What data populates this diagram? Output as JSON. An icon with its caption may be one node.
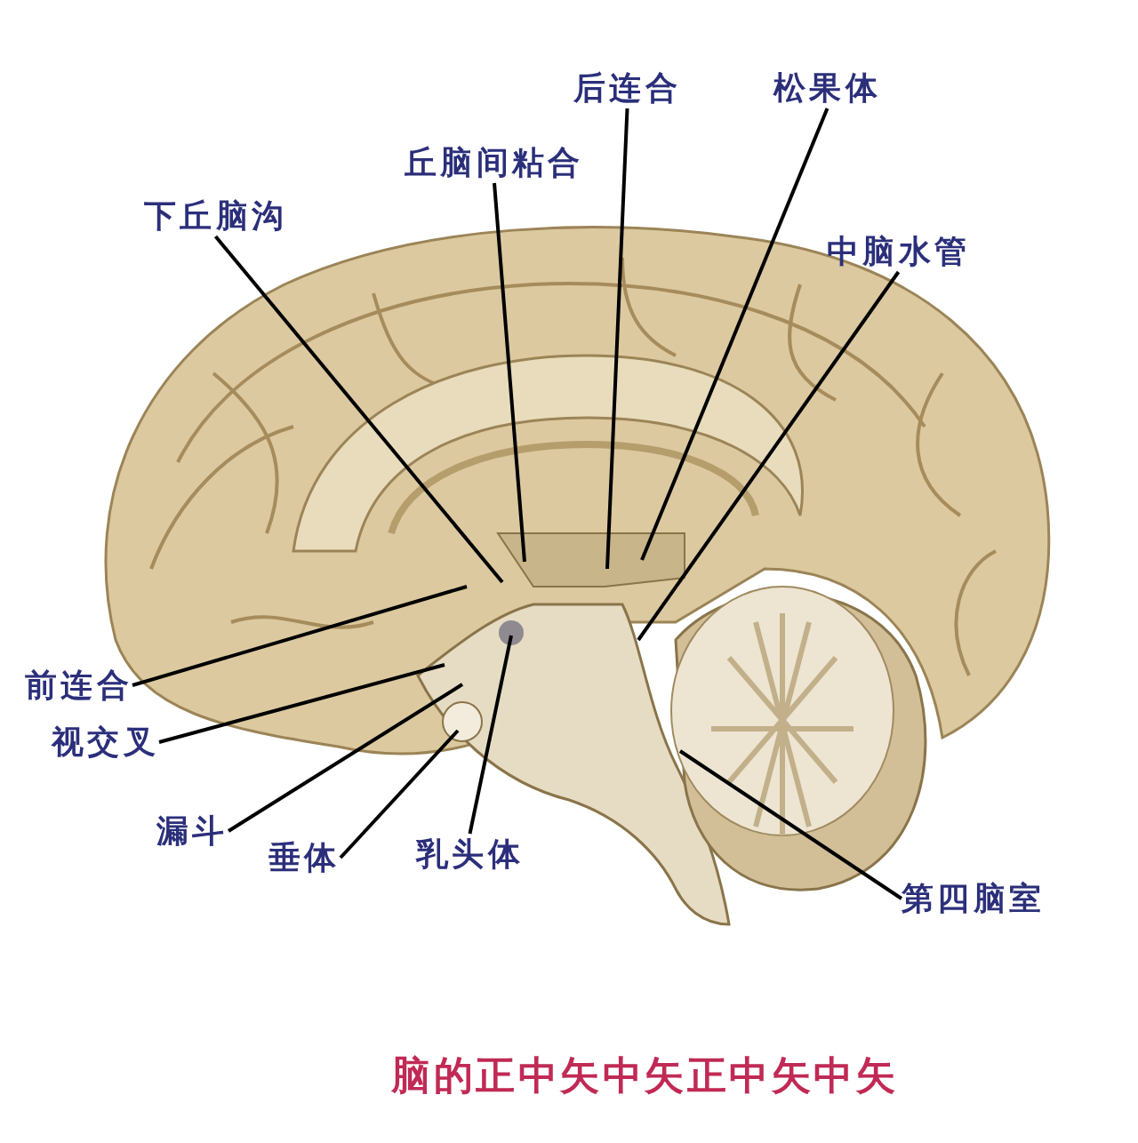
{
  "diagram": {
    "caption": "脑的正中矢中矢正中矢中矢",
    "nodes": [
      {
        "text": [
          "后连合"
        ]
      },
      {
        "text": [
          "松果体"
        ]
      },
      {
        "text": [
          "丘脑间粘合"
        ]
      },
      {
        "text": [
          "下丘脑沟"
        ]
      },
      {
        "text": [
          "中脑水管"
        ]
      },
      {
        "text": [
          "前连合"
        ]
      },
      {
        "text": [
          "视交叉"
        ]
      },
      {
        "text": [
          "漏斗"
        ]
      },
      {
        "text": [
          "垂体"
        ]
      },
      {
        "text": [
          "乳头体"
        ]
      },
      {
        "text": [
          "第四脑室"
        ]
      }
    ],
    "edges": [
      {
        "from": 0,
        "to": null,
        "arrow": "none"
      },
      {
        "from": 1,
        "to": null,
        "arrow": "none"
      },
      {
        "from": 2,
        "to": null,
        "arrow": "none"
      },
      {
        "from": 3,
        "to": null,
        "arrow": "none"
      },
      {
        "from": 4,
        "to": null,
        "arrow": "none"
      },
      {
        "from": 5,
        "to": null,
        "arrow": "none"
      },
      {
        "from": 6,
        "to": null,
        "arrow": "none"
      },
      {
        "from": 7,
        "to": null,
        "arrow": "none"
      },
      {
        "from": 8,
        "to": null,
        "arrow": "none"
      },
      {
        "from": 9,
        "to": null,
        "arrow": "none"
      },
      {
        "from": 10,
        "to": null,
        "arrow": "none"
      }
    ]
  }
}
